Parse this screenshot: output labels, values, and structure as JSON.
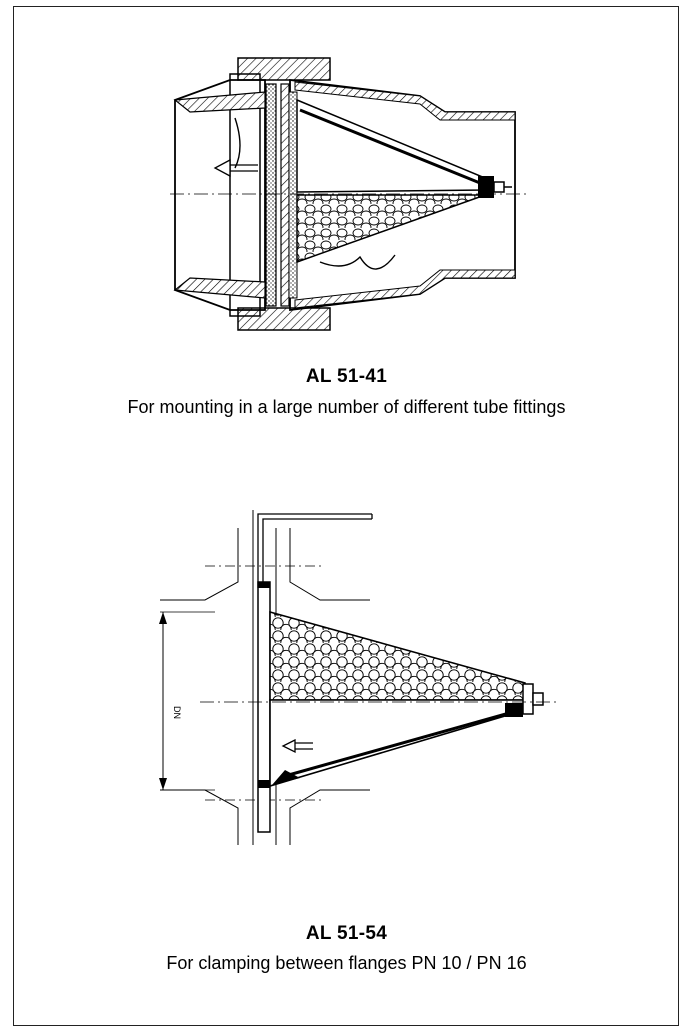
{
  "figures": [
    {
      "model": "AL 51-41",
      "description": "For mounting in a large number of different tube fittings"
    },
    {
      "model": "AL 51-54",
      "description": "For clamping between flanges PN 10 / PN 16",
      "dimension_label": "DN"
    }
  ]
}
